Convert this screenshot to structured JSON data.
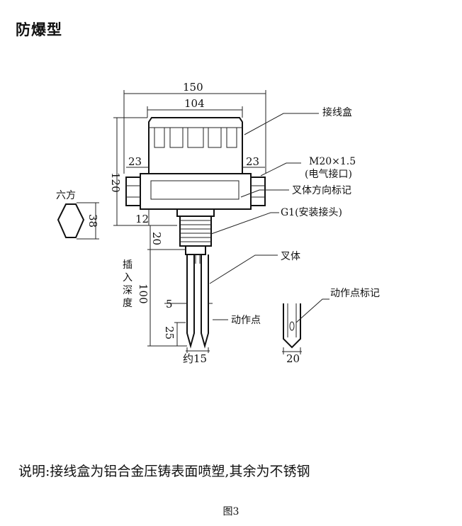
{
  "title": "防爆型",
  "note": "说明:接线盒为铝合金压铸表面喷塑,其余为不锈钢",
  "figure_caption": "图3",
  "dimensions": {
    "width_150": "150",
    "width_104": "104",
    "height_120": "120",
    "left_23": "23",
    "right_23": "23",
    "base_12": "12",
    "thread_20": "20",
    "depth_100": "100",
    "gap_5": "5",
    "tip_25": "25",
    "fork_15": "约15",
    "hex_38": "38",
    "detail_20": "20"
  },
  "labels": {
    "junction_box": "接线盒",
    "m20": "M20×1.5",
    "electrical_port": "(电气接口)",
    "fork_direction": "叉体方向标记",
    "g1": "G1(安装接头)",
    "fork": "叉体",
    "action_point": "动作点",
    "action_point_mark": "动作点标记",
    "hex": "六方",
    "insert_depth": [
      "插",
      "入",
      "深",
      "度"
    ]
  }
}
